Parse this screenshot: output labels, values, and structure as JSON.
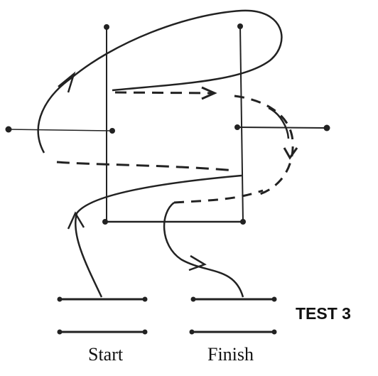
{
  "diagram": {
    "title": "TEST 3",
    "labels": {
      "start": "Start",
      "finish": "Finish"
    },
    "ink_color": "#222222"
  }
}
